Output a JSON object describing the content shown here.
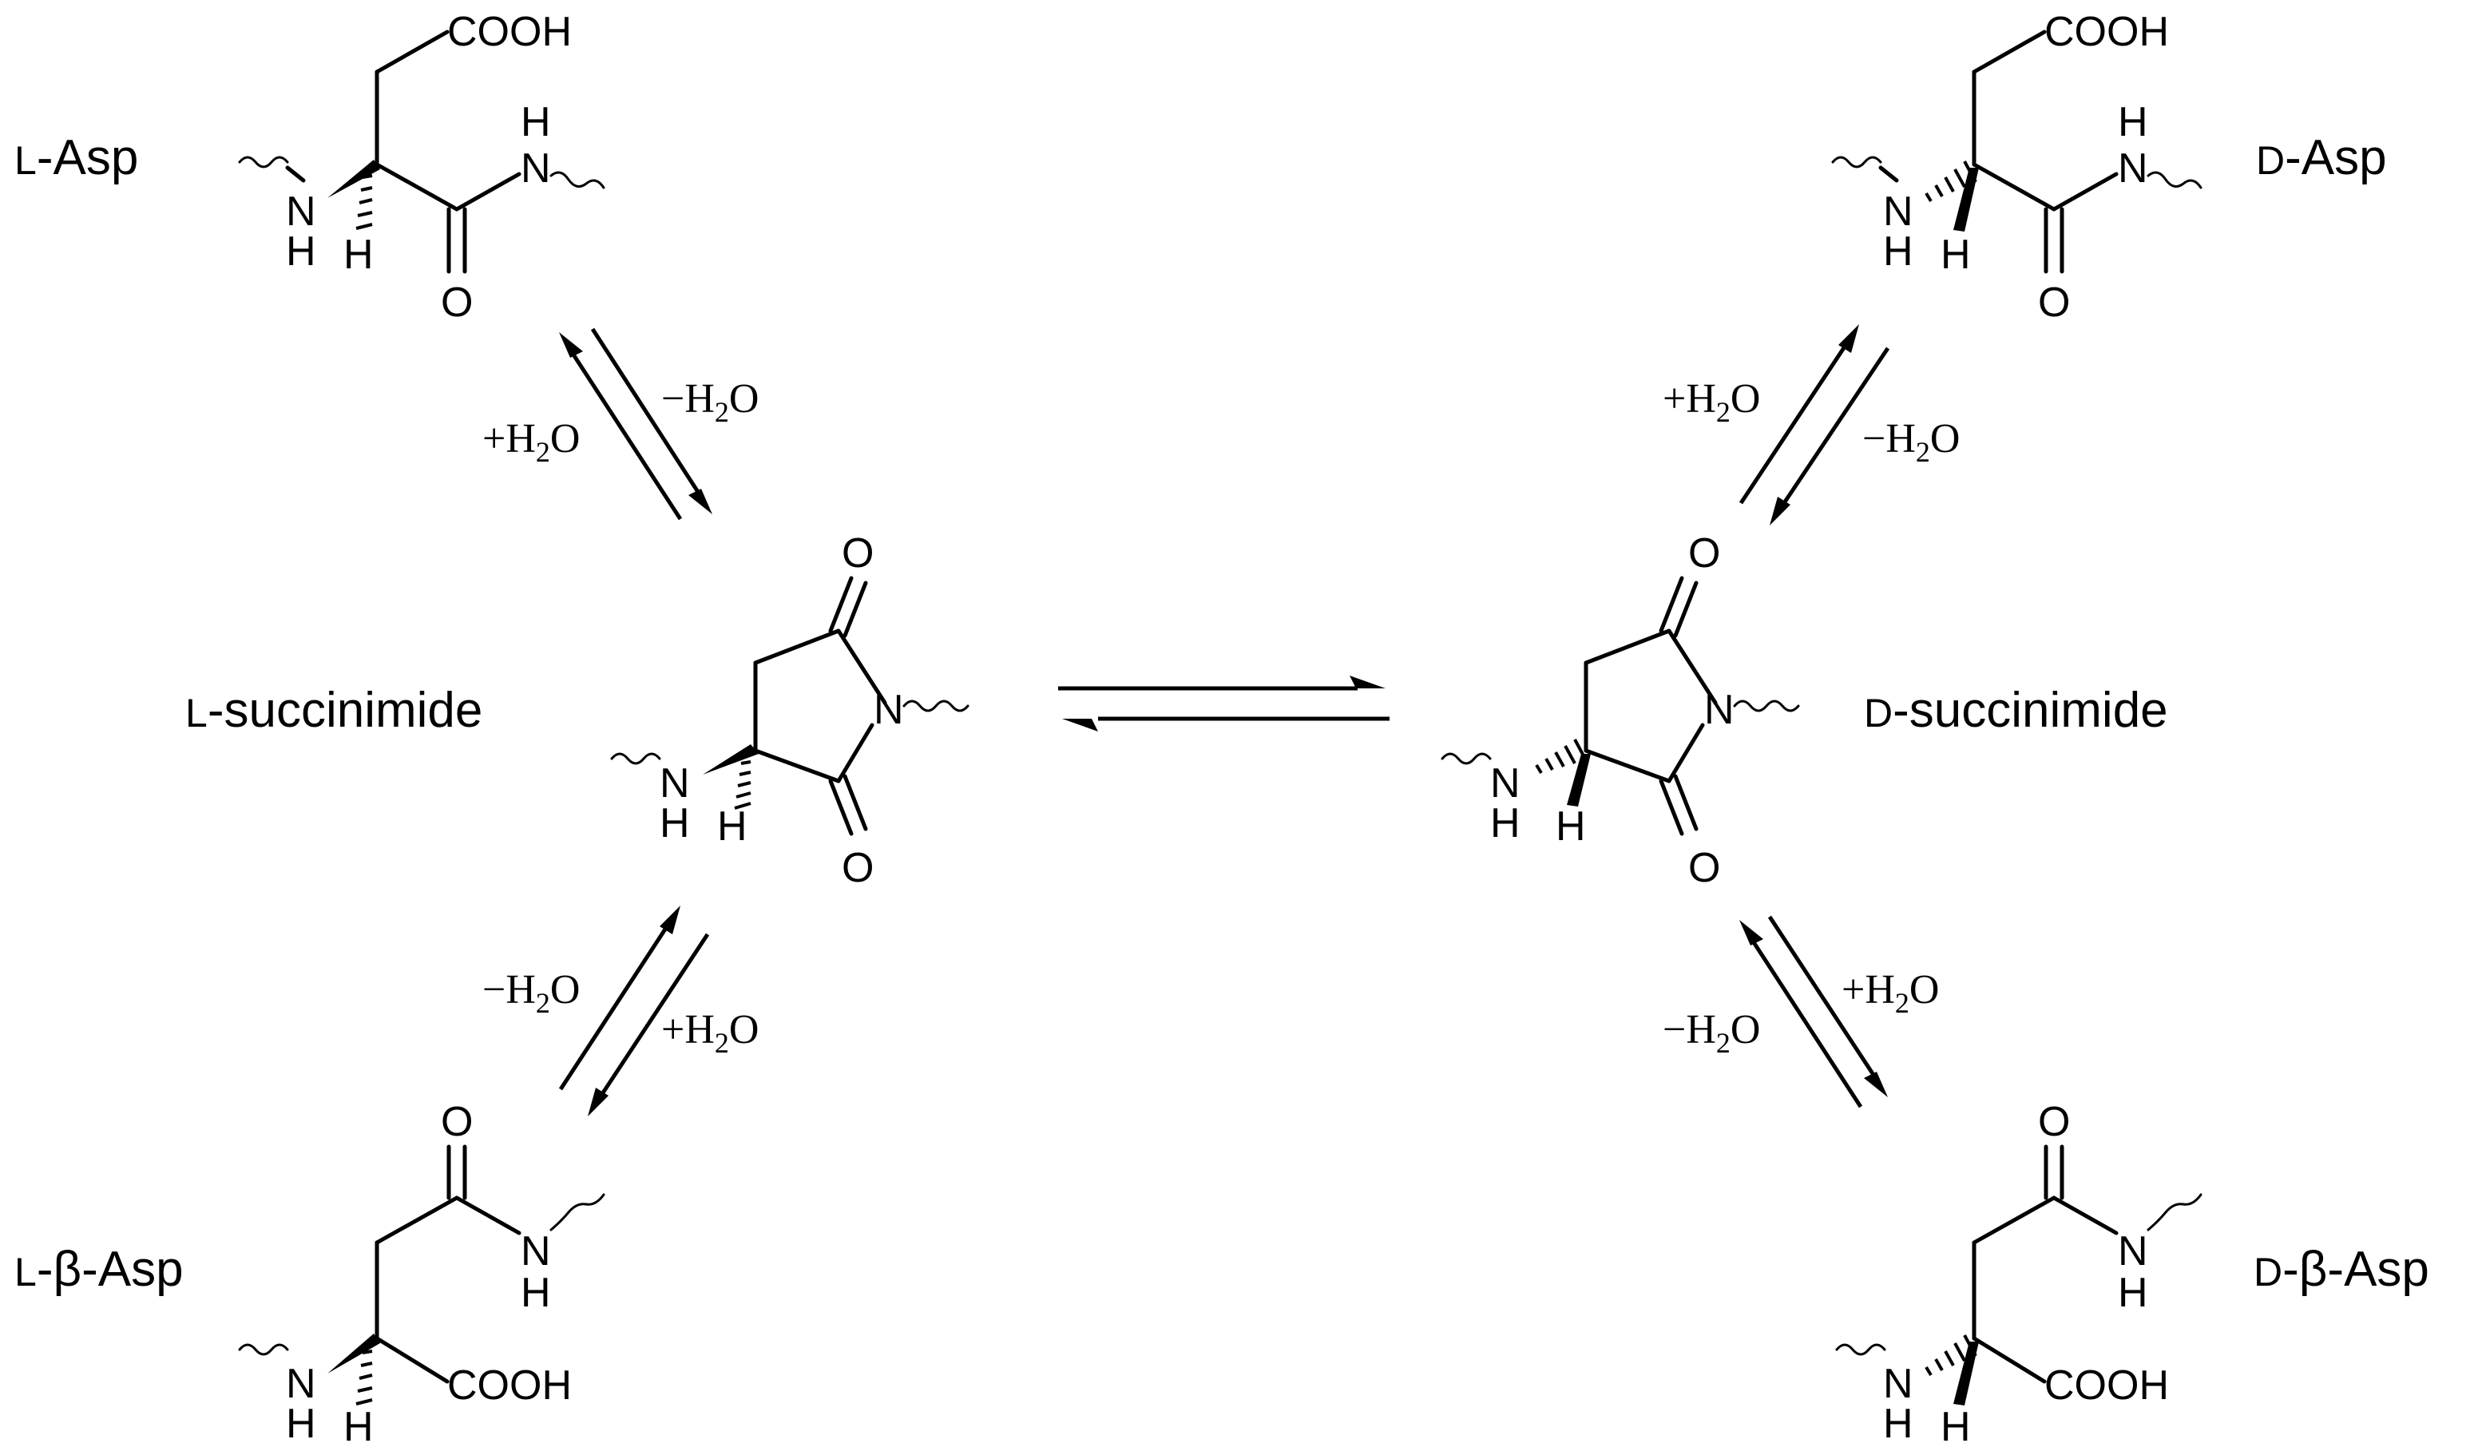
{
  "compounds": {
    "l_asp": {
      "prefix": "L",
      "suffix": "-Asp"
    },
    "d_asp": {
      "prefix": "D",
      "suffix": "-Asp"
    },
    "l_succ": {
      "prefix": "L",
      "suffix": "-succinimide"
    },
    "d_succ": {
      "prefix": "D",
      "suffix": "-succinimide"
    },
    "l_beta": {
      "prefix": "L",
      "suffix": "-β-Asp"
    },
    "d_beta": {
      "prefix": "D",
      "suffix": "-β-Asp"
    }
  },
  "atoms": {
    "cooh": "COOH",
    "nh_n": "N",
    "nh_h": "H",
    "h": "H",
    "o": "O",
    "n": "N"
  },
  "conditions": {
    "minus": "−H",
    "plus": "+H",
    "sub": "2",
    "o": "O"
  }
}
